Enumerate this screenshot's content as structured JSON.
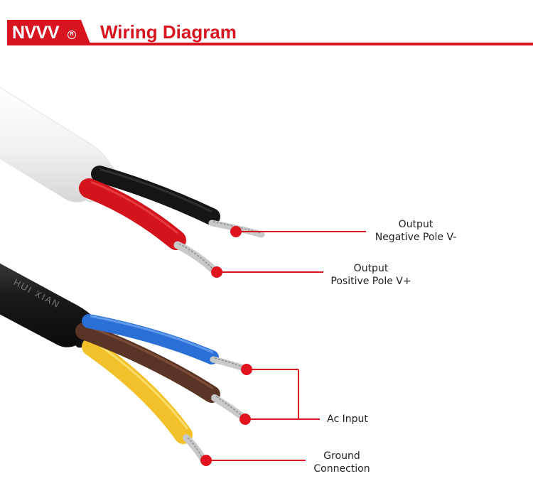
{
  "header": {
    "brand": "NVVV",
    "brand_reg": "R",
    "title": "Wiring Diagram"
  },
  "callouts": {
    "output_negative": {
      "line1": "Output",
      "line2": "Negative Pole V-"
    },
    "output_positive": {
      "line1": "Output",
      "line2": "Positive Pole V+"
    },
    "ac_input": "Ac Input",
    "ground": {
      "line1": "Ground",
      "line2": "Connection"
    }
  },
  "cable_print": "HUI XIAN",
  "colors": {
    "accent": "#d7141f",
    "dot": "#e0131f",
    "cable_white": "#f4f4f4",
    "cable_black": "#1c1c1c",
    "wire_red": "#d4141c",
    "wire_black": "#151515",
    "wire_blue": "#2a6fd6",
    "wire_brown": "#5a3424",
    "wire_yellow": "#f2c12a",
    "copper_strand": "#c9c9c9"
  }
}
